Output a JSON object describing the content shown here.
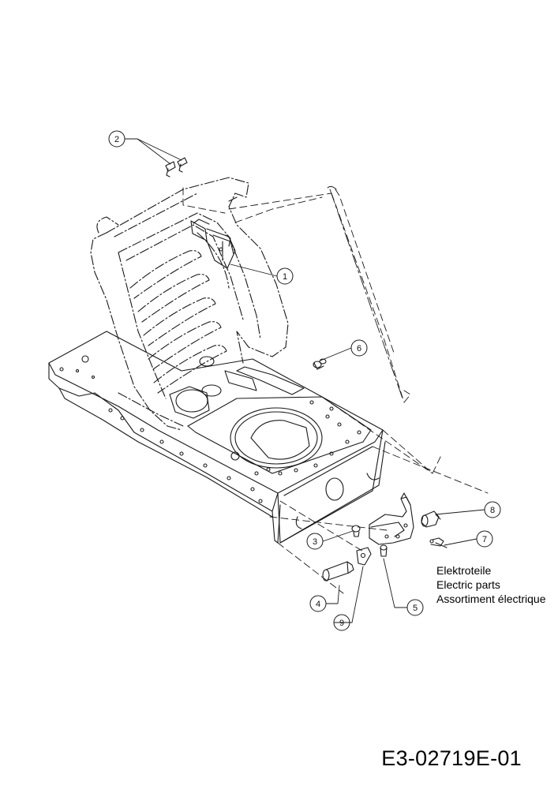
{
  "diagram": {
    "callouts": [
      {
        "id": "callout-2",
        "label": "2"
      },
      {
        "id": "callout-1",
        "label": "1"
      },
      {
        "id": "callout-6",
        "label": "6"
      },
      {
        "id": "callout-8",
        "label": "8"
      },
      {
        "id": "callout-7",
        "label": "7"
      },
      {
        "id": "callout-3",
        "label": "3"
      },
      {
        "id": "callout-4",
        "label": "4"
      },
      {
        "id": "callout-5",
        "label": "5"
      },
      {
        "id": "callout-9",
        "label": "9"
      }
    ],
    "caption_lines": [
      "Elektroteile",
      "Electric parts",
      "Assortiment électrique"
    ],
    "document_number": "E3-02719E-01"
  }
}
